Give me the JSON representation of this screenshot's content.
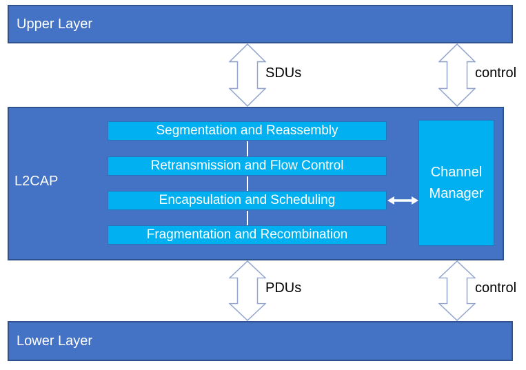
{
  "diagram": {
    "title_semantic": "L2CAP layer architecture",
    "upper_layer": {
      "label": "Upper Layer"
    },
    "lower_layer": {
      "label": "Lower Layer"
    },
    "l2cap": {
      "label": "L2CAP",
      "functions": [
        "Segmentation and Reassembly",
        "Retransmission and Flow Control",
        "Encapsulation and Scheduling",
        "Fragmentation and Recombination"
      ],
      "channel_manager": {
        "label": "Channel Manager"
      }
    },
    "flows": {
      "sdu": {
        "label": "SDUs"
      },
      "control_top": {
        "label": "control"
      },
      "pdu": {
        "label": "PDUs"
      },
      "control_bottom": {
        "label": "control"
      }
    },
    "colors": {
      "layer_fill": "#4472C4",
      "layer_border": "#2F528F",
      "function_fill": "#00B0F0",
      "function_border": "#2573B9",
      "arrow_outline": "#92A5CF",
      "connector": "#FFFFFF",
      "text_on_blue": "#FFFFFF",
      "flow_label_text": "#000000"
    }
  }
}
